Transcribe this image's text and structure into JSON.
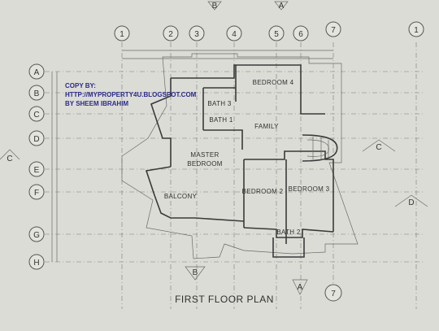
{
  "drawing": {
    "title": "FIRST FLOOR PLAN",
    "rooms": {
      "bedroom4": "BEDROOM 4",
      "bath3": "BATH 3",
      "bath1": "BATH 1",
      "family": "FAMILY",
      "master": "MASTER",
      "master2": "BEDROOM",
      "balcony": "BALCONY",
      "bedroom2": "BEDROOM 2",
      "bedroom3": "BEDROOM 3",
      "bath2": "BATH 2"
    },
    "grid_top": [
      "1",
      "2",
      "3",
      "4",
      "5",
      "6",
      "7"
    ],
    "grid_bottom_right": "7",
    "grid_right_top": "1",
    "grid_left": [
      "A",
      "B",
      "C",
      "D",
      "E",
      "F",
      "G",
      "H"
    ],
    "sections": {
      "top_b": "B",
      "top_a": "A",
      "left_c": "C",
      "right_c": "C",
      "right_d": "D",
      "bottom_b": "B",
      "bottom_a": "A"
    }
  },
  "watermark": {
    "line1": "COPY BY:",
    "line2": "HTTP://MYPROPERTY4U.BLOGSPOT.COM",
    "line3": "BY SHEEM IBRAHIM"
  },
  "colors": {
    "paper": "#dcdcd6",
    "ink": "#3a3a3a",
    "watermark": "#2a2a8a"
  }
}
